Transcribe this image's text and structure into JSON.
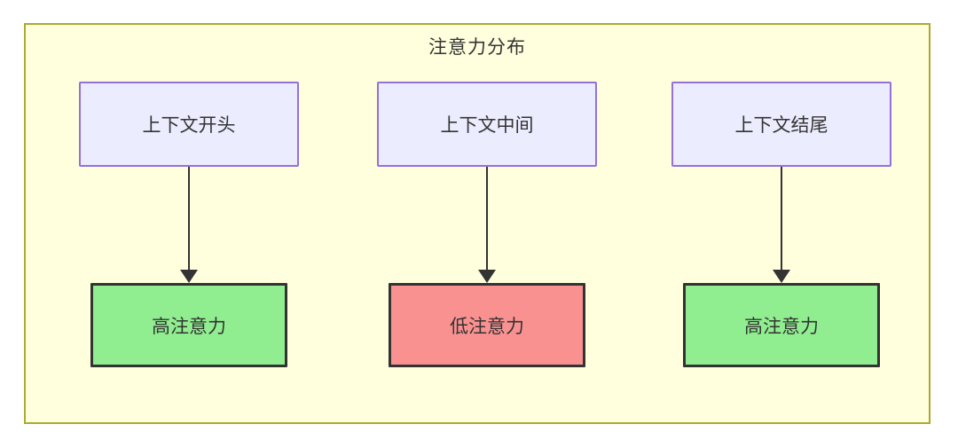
{
  "diagram": {
    "title": "注意力分布",
    "columns": [
      {
        "source": {
          "label": "上下文开头"
        },
        "target": {
          "label": "高注意力",
          "level": "high"
        }
      },
      {
        "source": {
          "label": "上下文中间"
        },
        "target": {
          "label": "低注意力",
          "level": "low"
        }
      },
      {
        "source": {
          "label": "上下文结尾"
        },
        "target": {
          "label": "高注意力",
          "level": "high"
        }
      }
    ],
    "colors": {
      "canvas_background": "#ffffff",
      "container_background": "#ffffde",
      "container_border": "#aaaa33",
      "source_node_fill": "#ececff",
      "source_node_border": "#9370db",
      "high_attention_fill": "#90ee90",
      "low_attention_fill": "#fa9191",
      "target_node_border": "#333333",
      "arrow_color": "#333333",
      "text_color": "#333333"
    }
  }
}
